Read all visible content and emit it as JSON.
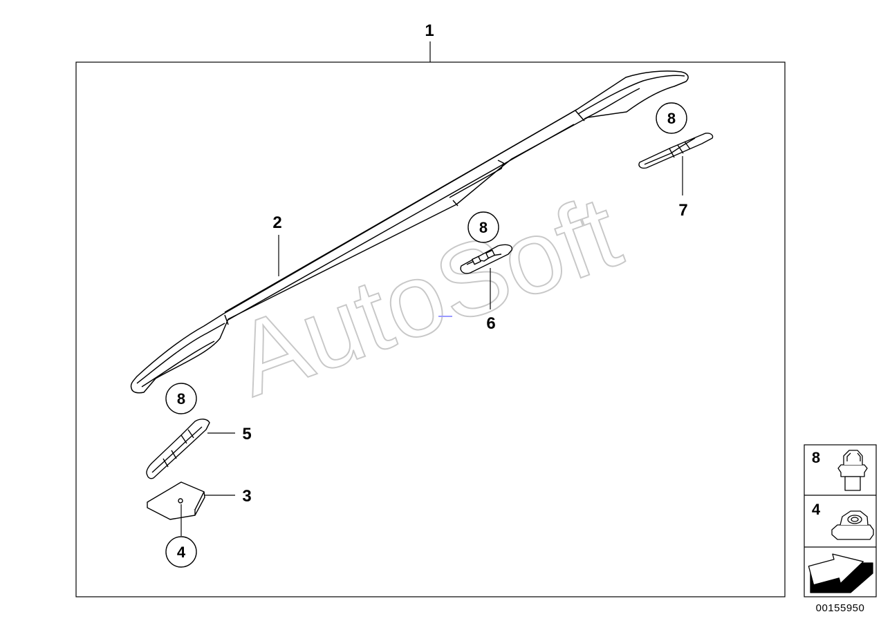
{
  "diagram": {
    "part_labels": {
      "p1": "1",
      "p2": "2",
      "p3": "3",
      "p5": "5",
      "p6": "6",
      "p7": "7"
    },
    "circled_labels": {
      "c8_top_right": "8",
      "c8_center": "8",
      "c8_left": "8",
      "c4_bottom": "4"
    },
    "watermark": "AutoSoft",
    "legend": [
      {
        "num": "8",
        "icon": "hex-bolt-icon"
      },
      {
        "num": "4",
        "icon": "hex-nut-icon"
      }
    ],
    "legend_footer_icon": "direction-arrow-icon",
    "doc_id": "00155950"
  }
}
